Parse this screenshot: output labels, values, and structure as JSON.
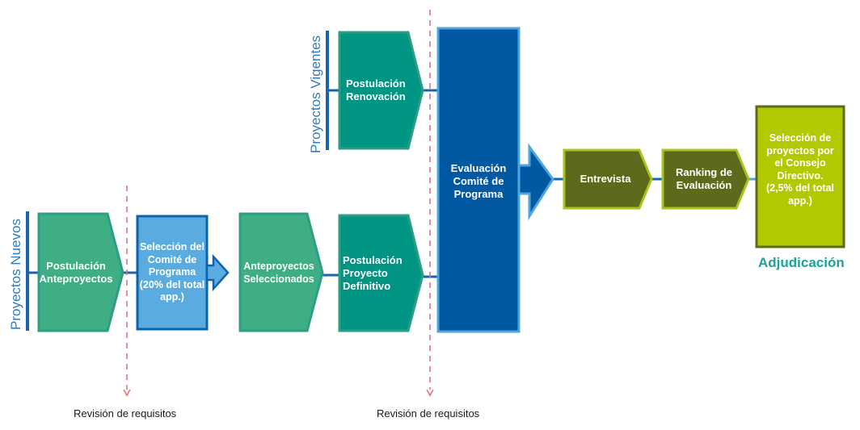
{
  "colors": {
    "teal_light": "#3fae85",
    "teal_dark": "#009483",
    "green_outline": "#2d9d86",
    "blue_light": "#5aace0",
    "blue_dark": "#0259a3",
    "blue_outline": "#4da6dc",
    "olive": "#5e6a1b",
    "lime": "#b2c800",
    "lime_outline": "#c2d632",
    "connector": "#1a63ad",
    "dashed": "#e8707a",
    "vertical_label": "#2e7cc0",
    "adjudicacion": "#1aa596"
  },
  "groups": {
    "nuevos": "Proyectos Nuevos",
    "vigentes": "Proyectos Vigentes"
  },
  "nodes": {
    "postulacion_anteproyectos": "Postulación Anteproyectos",
    "seleccion_comite": "Selección del Comité de Programa (20% del total app.)",
    "anteproyectos_seleccionados": "Anteproyectos Seleccionados",
    "postulacion_definitivo": "Postulación Proyecto Definitivo",
    "postulacion_renovacion": "Postulación Renovación",
    "evaluacion_comite": "Evaluación Comité de Programa",
    "entrevista": "Entrevista",
    "ranking": "Ranking de Evaluación",
    "seleccion_consejo": "Selección de proyectos por el Consejo Directivo. (2,5% del total app.)"
  },
  "outcome": "Adjudicación",
  "captions": {
    "revision_1": "Revisión de requisitos",
    "revision_2": "Revisión de requisitos"
  }
}
